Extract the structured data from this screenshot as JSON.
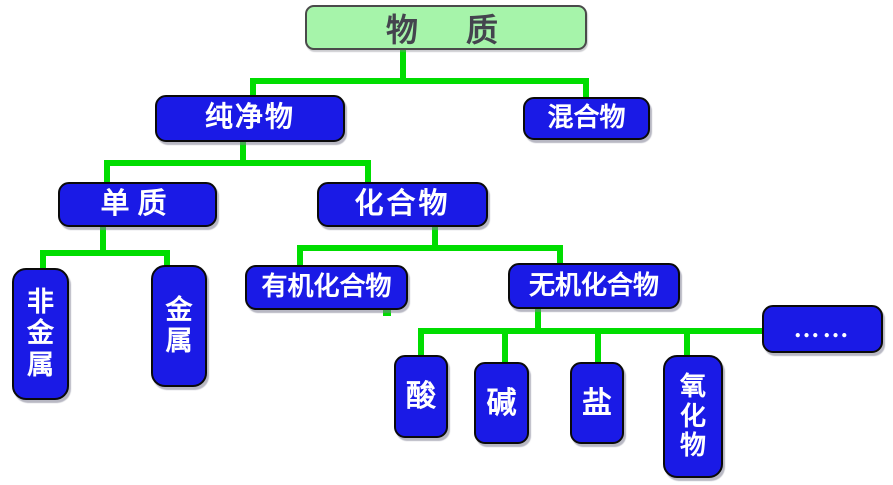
{
  "colors": {
    "connector_green": "#00dd00",
    "node_blue": "#1a1ae6",
    "node_text": "#ffffff",
    "node_border": "#0a0a0a",
    "root_fill": "#a6f4aa",
    "root_border": "#4a4a4a",
    "root_text": "#44444e"
  },
  "nodes": {
    "root": {
      "label": "物　质"
    },
    "pure": {
      "label": "纯净物"
    },
    "mixture": {
      "label": "混合物"
    },
    "element": {
      "label": "单质"
    },
    "compound": {
      "label": "化合物"
    },
    "nonmetal": {
      "label": "非金属"
    },
    "metal": {
      "label": "金属"
    },
    "organic": {
      "label": "有机化合物"
    },
    "inorganic": {
      "label": "无机化合物"
    },
    "acid": {
      "label": "酸"
    },
    "base": {
      "label": "碱"
    },
    "salt": {
      "label": "盐"
    },
    "oxide": {
      "label": "氧化物"
    },
    "ellipsis": {
      "label": "……"
    }
  },
  "edges": [
    {
      "from": "物质",
      "to": "纯净物"
    },
    {
      "from": "物质",
      "to": "混合物"
    },
    {
      "from": "纯净物",
      "to": "单质"
    },
    {
      "from": "纯净物",
      "to": "化合物"
    },
    {
      "from": "单质",
      "to": "非金属"
    },
    {
      "from": "单质",
      "to": "金属"
    },
    {
      "from": "化合物",
      "to": "有机化合物"
    },
    {
      "from": "化合物",
      "to": "无机化合物"
    },
    {
      "from": "无机化合物",
      "to": "酸"
    },
    {
      "from": "无机化合物",
      "to": "碱"
    },
    {
      "from": "无机化合物",
      "to": "盐"
    },
    {
      "from": "无机化合物",
      "to": "氧化物"
    },
    {
      "from": "无机化合物",
      "to": "……"
    }
  ]
}
